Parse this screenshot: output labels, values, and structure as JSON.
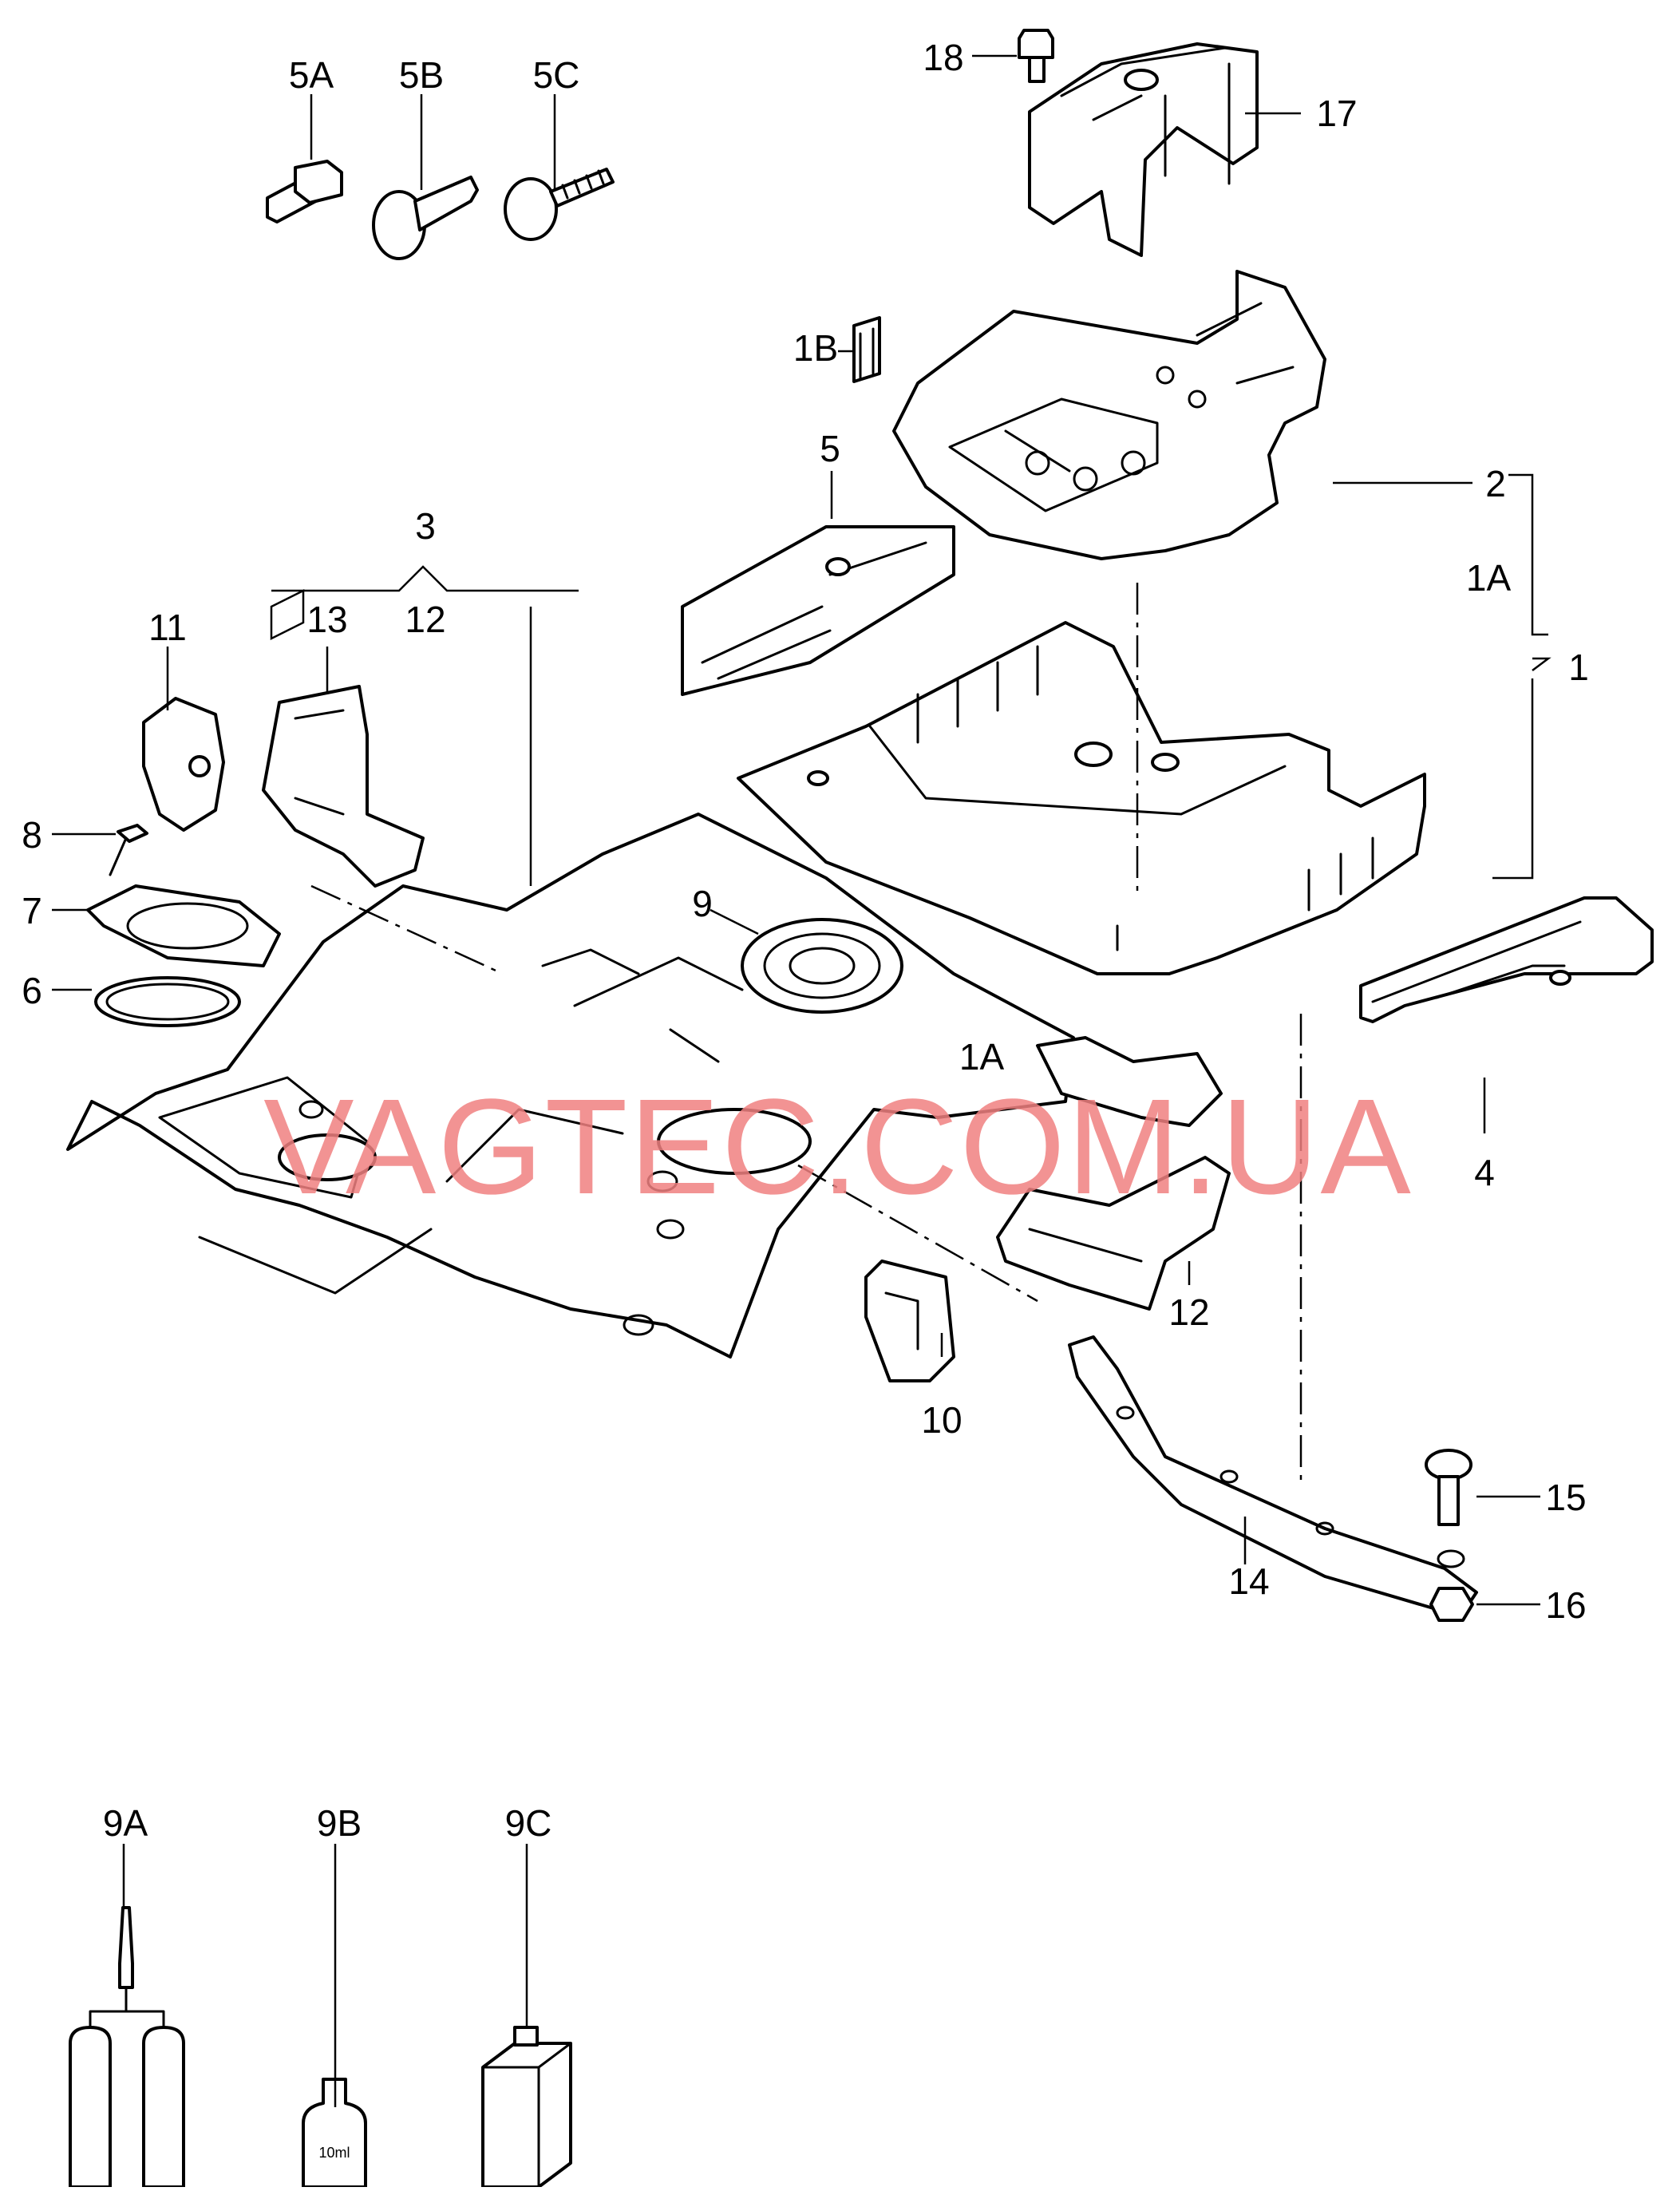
{
  "labels": {
    "l5a": "5A",
    "l5b": "5B",
    "l5c": "5C",
    "l18": "18",
    "l17": "17",
    "l1b": "1B",
    "l2": "2",
    "l5": "5",
    "l1a_top": "1A",
    "l1": "1",
    "l3": "3",
    "l11": "11",
    "l13": "13",
    "l12_top": "12",
    "l8": "8",
    "l7": "7",
    "l6": "6",
    "l9": "9",
    "l1a_mid": "1A",
    "l4": "4",
    "l12_mid": "12",
    "l10": "10",
    "l15": "15",
    "l14": "14",
    "l16": "16",
    "l9a": "9A",
    "l9b": "9B",
    "l9c": "9C"
  },
  "bottle_label": "10ml",
  "watermark": "VAGTEC.COM.UA",
  "colors": {
    "watermark": "#f08080",
    "line": "#000000",
    "background": "#ffffff"
  }
}
